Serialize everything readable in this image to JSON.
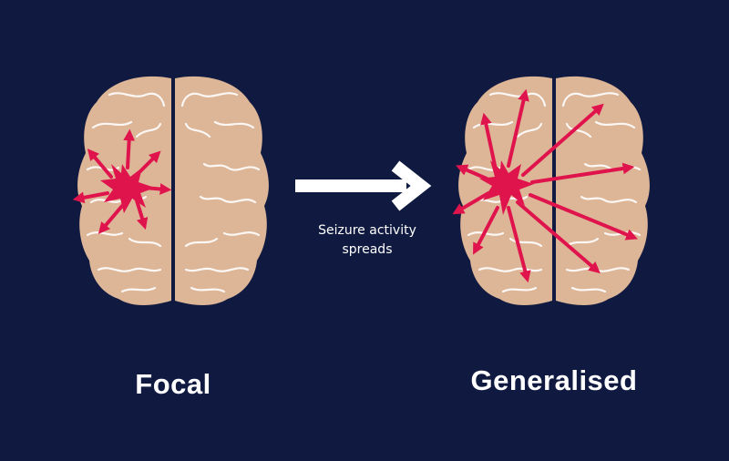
{
  "colors": {
    "background": "#101a40",
    "brain": "#ddb597",
    "gyri_lines": "#ffffff",
    "seizure": "#e0144c",
    "arrow": "#ffffff"
  },
  "icons": {
    "left": "brain-icon",
    "right": "brain-icon",
    "center": "right-arrow-icon"
  },
  "left_panel": {
    "label": "Focal"
  },
  "right_panel": {
    "label": "Generalised"
  },
  "center": {
    "caption_line1": "Seizure activity",
    "caption_line2": "spreads"
  }
}
